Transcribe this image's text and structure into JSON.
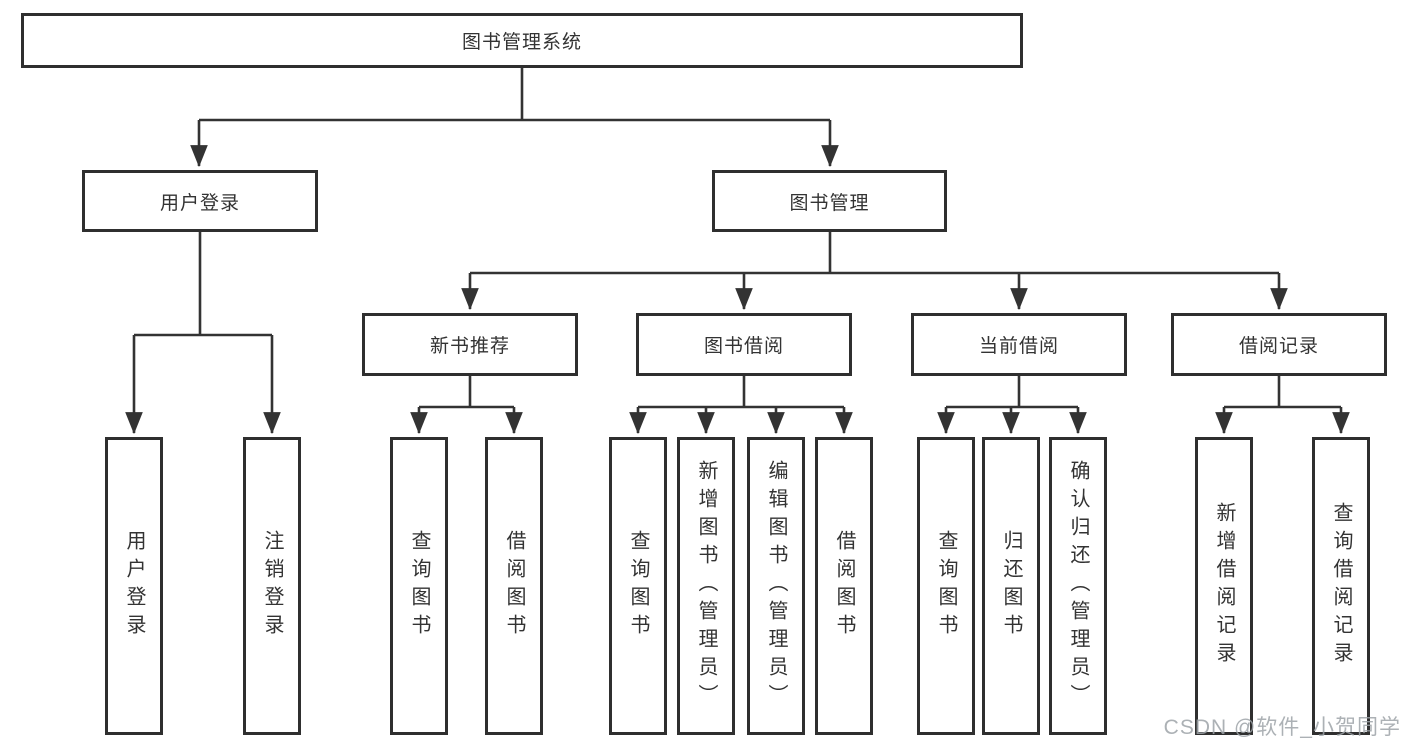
{
  "diagram_type": "hierarchy-tree",
  "nodes": {
    "root": {
      "label": "图书管理系统"
    },
    "user_login": {
      "label": "用户登录"
    },
    "book_mgmt": {
      "label": "图书管理"
    },
    "new_book": {
      "label": "新书推荐"
    },
    "book_borrow": {
      "label": "图书借阅"
    },
    "current_borrow": {
      "label": "当前借阅"
    },
    "borrow_record": {
      "label": "借阅记录"
    },
    "leaf_login": {
      "label": "用户登录"
    },
    "leaf_logout": {
      "label": "注销登录"
    },
    "leaf_nb_query": {
      "label": "查询图书"
    },
    "leaf_nb_borrow": {
      "label": "借阅图书"
    },
    "leaf_bb_query": {
      "label": "查询图书"
    },
    "leaf_bb_add": {
      "label": "新增图书（管理员）"
    },
    "leaf_bb_edit": {
      "label": "编辑图书（管理员）"
    },
    "leaf_bb_borrow": {
      "label": "借阅图书"
    },
    "leaf_cb_query": {
      "label": "查询图书"
    },
    "leaf_cb_return": {
      "label": "归还图书"
    },
    "leaf_cb_confirm": {
      "label": "确认归还（管理员）"
    },
    "leaf_br_add": {
      "label": "新增借阅记录"
    },
    "leaf_br_query": {
      "label": "查询借阅记录"
    }
  },
  "hierarchy": {
    "图书管理系统": [
      "用户登录",
      "图书管理"
    ],
    "用户登录": [
      "用户登录",
      "注销登录"
    ],
    "图书管理": [
      "新书推荐",
      "图书借阅",
      "当前借阅",
      "借阅记录"
    ],
    "新书推荐": [
      "查询图书",
      "借阅图书"
    ],
    "图书借阅": [
      "查询图书",
      "新增图书（管理员）",
      "编辑图书（管理员）",
      "借阅图书"
    ],
    "当前借阅": [
      "查询图书",
      "归还图书",
      "确认归还（管理员）"
    ],
    "借阅记录": [
      "新增借阅记录",
      "查询借阅记录"
    ]
  },
  "watermark": {
    "text": "CSDN @软件_小贺同学"
  },
  "colors": {
    "line": "#333333",
    "box_border": "#2f2f2f",
    "box_background": "#ffffff",
    "text": "#333333",
    "watermark": "#9ea3a8",
    "background": "#ffffff"
  }
}
